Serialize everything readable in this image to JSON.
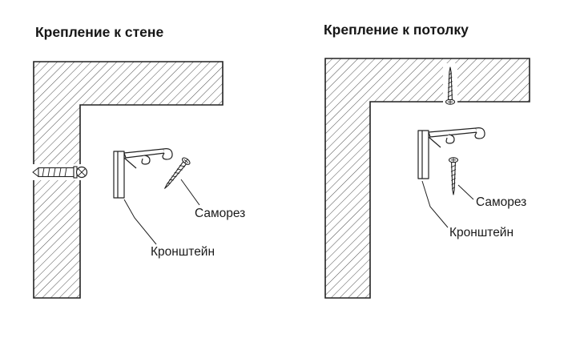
{
  "panels": {
    "wall": {
      "title": "Крепление к стене",
      "labels": {
        "screw": "Саморез",
        "bracket": "Кронштейн"
      }
    },
    "ceiling": {
      "title": "Крепление к потолку",
      "labels": {
        "screw": "Саморез",
        "bracket": "Кронштейн"
      }
    }
  },
  "icons": {
    "wall_section": "hatched-wall-corner-section",
    "ceiling_section": "hatched-ceiling-corner-section",
    "anchor": "wall-anchor-with-screw",
    "bracket": "curtain-rail-bracket",
    "screw": "self-tapping-screw"
  },
  "colors": {
    "line": "#222222",
    "hatch": "#3a3a3a",
    "background": "#ffffff",
    "text": "#1a1a1a"
  }
}
